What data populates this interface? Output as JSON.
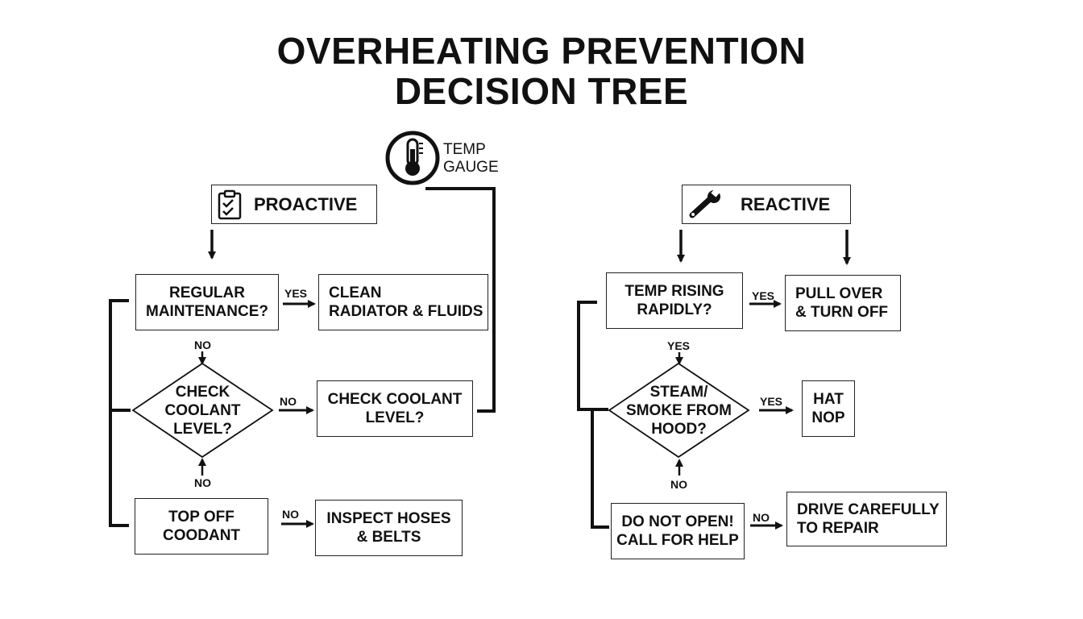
{
  "title": {
    "line1": "OVERHEATING PREVENTION",
    "line2": "DECISION TREE"
  },
  "gauge": {
    "line1": "TEMP",
    "line2": "GAUGE",
    "icon": "thermometer-icon"
  },
  "proactive": {
    "header": "PROACTIVE",
    "header_icon": "clipboard-check-icon",
    "q1": {
      "line1": "REGULAR",
      "line2": "MAINTENANCE?"
    },
    "q1_yes": "YES",
    "a1": {
      "line1": "CLEAN",
      "line2": "RADIATOR & FLUIDS"
    },
    "q1_no": "NO",
    "q2": {
      "line1": "CHECK",
      "line2": "COOLANT",
      "line3": "LEVEL?"
    },
    "q2_no_right": "NO",
    "a2": {
      "line1": "CHECK COOLANT",
      "line2": "LEVEL?"
    },
    "q2_no_bottom": "NO",
    "a3": {
      "line1": "TOP OFF",
      "line2": "COODANT"
    },
    "a3_no": "NO",
    "a4": {
      "line1": "INSPECT HOSES",
      "line2": "& BELTS"
    }
  },
  "reactive": {
    "header": "REACTIVE",
    "header_icon": "wrench-icon",
    "q1": {
      "line1": "TEMP RISING",
      "line2": "RAPIDLY?"
    },
    "q1_yes": "YES",
    "a1": {
      "line1": "PULL OVER",
      "line2": "& TURN OFF"
    },
    "q1_yes_down": "YES",
    "q2": {
      "line1": "STEAM/",
      "line2": "SMOKE FROM",
      "line3": "HOOD?"
    },
    "q2_yes": "YES",
    "a2": {
      "line1": "HAT",
      "line2": "NOP"
    },
    "q2_no": "NO",
    "a3": {
      "line1": "DO NOT OPEN!",
      "line2": "CALL FOR HELP"
    },
    "a3_no": "NO",
    "a4": {
      "line1": "DRIVE CAREFULLY",
      "line2": "TO REPAIR"
    }
  }
}
